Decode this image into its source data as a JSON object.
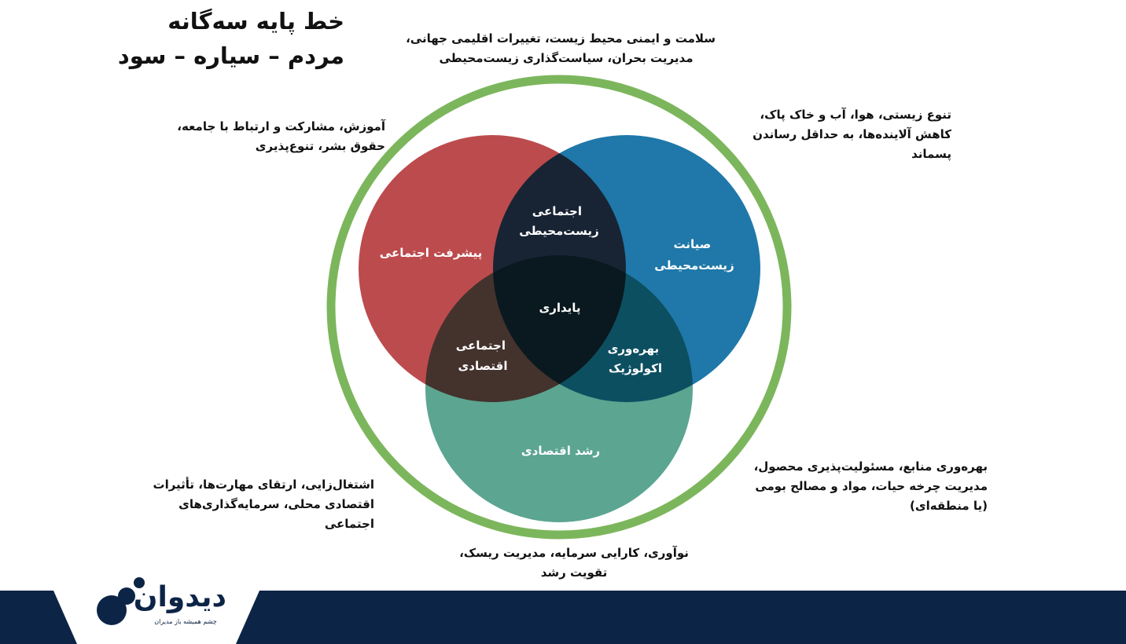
{
  "title": {
    "line1": "خط پایه سه‌گانه",
    "line2": "مردم – سیاره – سود"
  },
  "notes": {
    "top": [
      "سلامت و ایمنی محیط زیست، تغییرات اقلیمی جهانی،",
      "مدیریت بحران، سیاست‌گذاری زیست‌محیطی"
    ],
    "left": [
      "آموزش، مشارکت و ارتباط با جامعه،",
      "حقوق بشر، تنوع‌پذیری"
    ],
    "right": [
      "تنوع زیستی، هوا، آب و خاک پاک،",
      "کاهش آلاینده‌ها، به حداقل رساندن",
      "پسماند"
    ],
    "bottom_left": [
      "اشتغال‌زایی، ارتقای مهارت‌ها، تأثیرات",
      "اقتصادی محلی، سرمایه‌گذاری‌های",
      "اجتماعی"
    ],
    "bottom_right": [
      "بهره‌وری منابع، مسئولیت‌پذیری محصول،",
      "مدیریت چرخه حیات، مواد و مصالح بومی",
      "(یا منطقه‌ای)"
    ],
    "bottom": [
      "نوآوری، کارایی سرمایه، مدیریت ریسک،",
      "تقویت رشد"
    ]
  },
  "diagram": {
    "social": "پیشرفت اجتماعی",
    "environmental": [
      "صیانت",
      "زیست‌محیطی"
    ],
    "economic": "رشد اقتصادی",
    "social_environmental": [
      "اجتماعی",
      "زیست‌محیطی"
    ],
    "social_economic": [
      "اجتماعی",
      "اقتصادی"
    ],
    "eco_efficiency": [
      "بهره‌وری",
      "اکولوژیک"
    ],
    "center": "پایداری"
  },
  "colors": {
    "outer_ring": "#7cb65c",
    "social_circle": "#b73d40",
    "environmental_circle": "#0e6ea3",
    "economic_circle": "#4f9e89",
    "footer": "#0c2446"
  },
  "footer": {
    "brand": "دیدوان",
    "tagline": "چشم همیشه باز مدیران"
  }
}
